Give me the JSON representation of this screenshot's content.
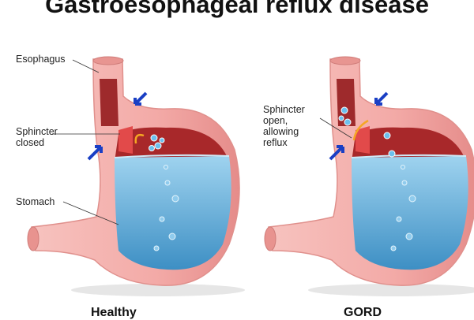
{
  "title": "Gastroesophageal reflux disease",
  "labels": {
    "esophagus": "Esophagus",
    "sphincter_closed": [
      "Sphincter",
      "closed"
    ],
    "stomach": "Stomach",
    "sphincter_open": [
      "Sphincter",
      "open,",
      "allowing",
      "reflux"
    ]
  },
  "captions": {
    "left": "Healthy",
    "right": "GORD"
  },
  "colors": {
    "tissue": "#f4b3b0",
    "lining": "#a8282a",
    "acid": "#5fb2de",
    "arrow": "#1a3fc4"
  }
}
